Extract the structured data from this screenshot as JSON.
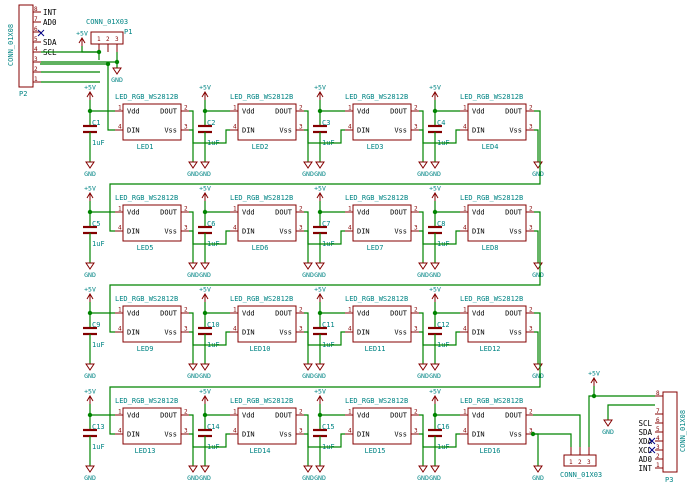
{
  "schematic": {
    "led_part": "LED_RGB_WS2812B",
    "led_pins": {
      "vdd": "Vdd",
      "dout": "DOUT",
      "din": "DIN",
      "vss": "Vss"
    },
    "led_pin_numbers": {
      "vdd": "1",
      "dout": "2",
      "din": "4",
      "vss": "3"
    },
    "cap_value": "1uF",
    "pwr_label": "+5V",
    "gnd_label": "GND",
    "leds": [
      "LED1",
      "LED2",
      "LED3",
      "LED4",
      "LED5",
      "LED6",
      "LED7",
      "LED8",
      "LED9",
      "LED10",
      "LED11",
      "LED12",
      "LED13",
      "LED14",
      "LED15",
      "LED16"
    ],
    "caps": [
      "C1",
      "C2",
      "C3",
      "C4",
      "C5",
      "C6",
      "C7",
      "C8",
      "C9",
      "C10",
      "C11",
      "C12",
      "C13",
      "C14",
      "C15",
      "C16"
    ],
    "conn_p2": {
      "ref": "P2",
      "value": "CONN_01X08",
      "pins": [
        "1",
        "2",
        "3",
        "4",
        "5",
        "6",
        "7",
        "8"
      ],
      "signals": [
        "",
        "",
        "",
        "SCL",
        "SDA",
        "",
        "AD0",
        "INT"
      ]
    },
    "conn_p3": {
      "ref": "P3",
      "value": "CONN_01X08",
      "pins": [
        "1",
        "2",
        "3",
        "4",
        "5",
        "6",
        "7",
        "8"
      ],
      "signals": [
        "INT",
        "AD0",
        "XCL",
        "XDA",
        "SDA",
        "SCL",
        "",
        ""
      ]
    },
    "conn_p1": {
      "ref": "P1",
      "value": "CONN_01X03",
      "pins": [
        "1",
        "2",
        "3"
      ]
    },
    "conn_p4": {
      "ref": "",
      "value": "CONN_01X03",
      "pins": [
        "1",
        "2",
        "3"
      ]
    }
  }
}
